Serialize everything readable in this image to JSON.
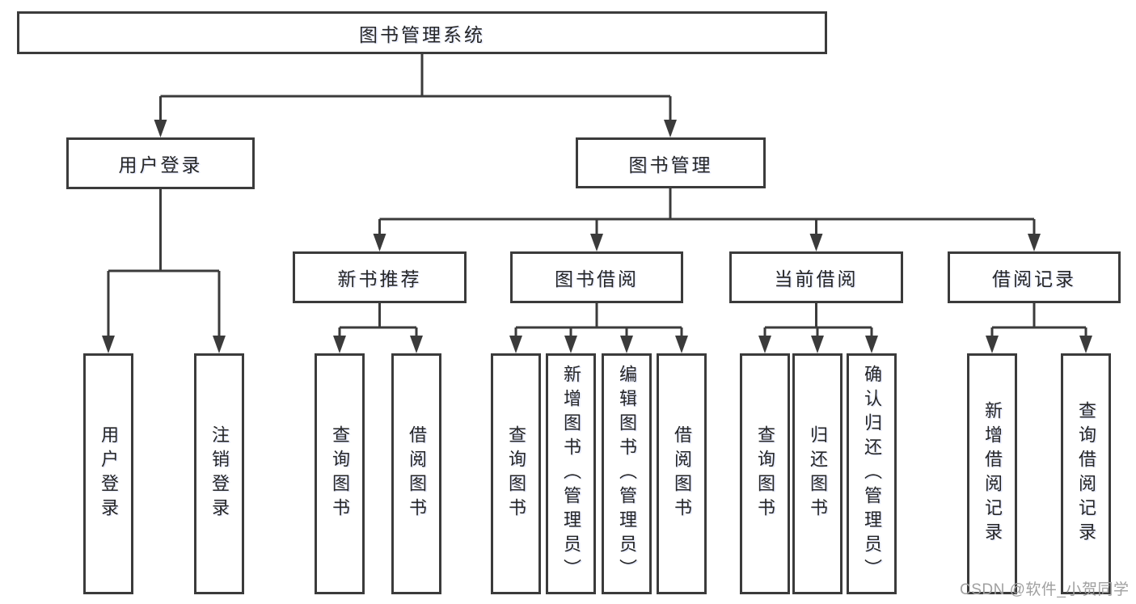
{
  "tree": {
    "root": {
      "label": "图书管理系统",
      "children": [
        {
          "label": "用户登录",
          "children": [
            {
              "label": "用户登录"
            },
            {
              "label": "注销登录"
            }
          ]
        },
        {
          "label": "图书管理",
          "children": [
            {
              "label": "新书推荐",
              "children": [
                {
                  "label": "查询图书"
                },
                {
                  "label": "借阅图书"
                }
              ]
            },
            {
              "label": "图书借阅",
              "children": [
                {
                  "label": "查询图书"
                },
                {
                  "label": "新增图书（管理员）"
                },
                {
                  "label": "编辑图书（管理员）"
                },
                {
                  "label": "借阅图书"
                }
              ]
            },
            {
              "label": "当前借阅",
              "children": [
                {
                  "label": "查询图书"
                },
                {
                  "label": "归还图书"
                },
                {
                  "label": "确认归还（管理员）"
                }
              ]
            },
            {
              "label": "借阅记录",
              "children": [
                {
                  "label": "新增借阅记录"
                },
                {
                  "label": "查询借阅记录"
                }
              ]
            }
          ]
        }
      ]
    }
  },
  "watermark": "CSDN @软件_小贺同学",
  "colors": {
    "line": "#3b3b3b",
    "text": "#262626",
    "watermark": "#a0a0a0",
    "background": "#ffffff"
  }
}
